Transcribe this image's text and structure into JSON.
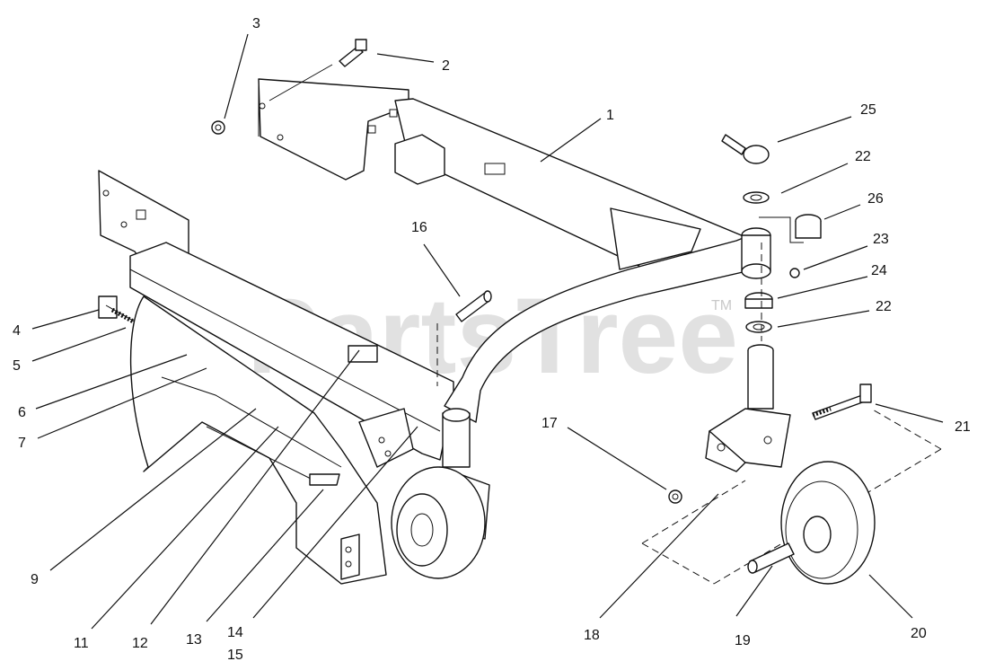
{
  "watermark": {
    "text": "PartsTree",
    "trademark": "TM"
  },
  "callouts": [
    {
      "id": "1",
      "label": "1"
    },
    {
      "id": "2",
      "label": "2"
    },
    {
      "id": "3",
      "label": "3"
    },
    {
      "id": "4",
      "label": "4"
    },
    {
      "id": "5",
      "label": "5"
    },
    {
      "id": "6",
      "label": "6"
    },
    {
      "id": "7",
      "label": "7"
    },
    {
      "id": "9",
      "label": "9"
    },
    {
      "id": "11",
      "label": "11"
    },
    {
      "id": "12",
      "label": "12"
    },
    {
      "id": "13",
      "label": "13"
    },
    {
      "id": "14",
      "label": "14"
    },
    {
      "id": "15",
      "label": "15"
    },
    {
      "id": "16",
      "label": "16"
    },
    {
      "id": "17",
      "label": "17"
    },
    {
      "id": "18",
      "label": "18"
    },
    {
      "id": "19",
      "label": "19"
    },
    {
      "id": "20",
      "label": "20"
    },
    {
      "id": "21",
      "label": "21"
    },
    {
      "id": "22a",
      "label": "22"
    },
    {
      "id": "22b",
      "label": "22"
    },
    {
      "id": "23",
      "label": "23"
    },
    {
      "id": "24",
      "label": "24"
    },
    {
      "id": "25",
      "label": "25"
    },
    {
      "id": "26",
      "label": "26"
    }
  ]
}
